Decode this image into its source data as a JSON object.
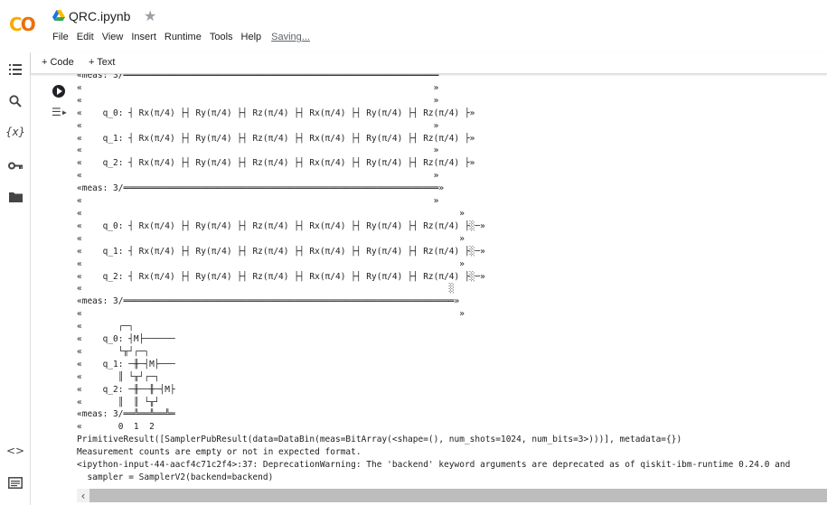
{
  "header": {
    "notebook_title": "QRC.ipynb",
    "menu": [
      "File",
      "Edit",
      "View",
      "Insert",
      "Runtime",
      "Tools",
      "Help"
    ],
    "saving_text": "Saving..."
  },
  "toolbar": {
    "add_code": "+ Code",
    "add_text": "+ Text"
  },
  "sidebar": {
    "icons": [
      "table-of-contents-icon",
      "search-icon",
      "variables-icon",
      "key-icon",
      "folder-icon",
      "code-snippets-icon",
      "terminal-icon"
    ]
  },
  "colors": {
    "logo_yellow": "#f9ab00",
    "logo_orange": "#e8710a",
    "scrollbar": "#bdbdbd"
  },
  "output": {
    "circuit_text": "«meas: 3/═════════════════════════════════════════════════════════════\n«                                                                    »\n«                                                                    »\n«    q_0: ┤ Rx(π/4) ├┤ Ry(π/4) ├┤ Rz(π/4) ├┤ Rx(π/4) ├┤ Ry(π/4) ├┤ Rz(π/4) ├»\n«                                                                    »\n«    q_1: ┤ Rx(π/4) ├┤ Ry(π/4) ├┤ Rz(π/4) ├┤ Rx(π/4) ├┤ Ry(π/4) ├┤ Rz(π/4) ├»\n«                                                                    »\n«    q_2: ┤ Rx(π/4) ├┤ Ry(π/4) ├┤ Rz(π/4) ├┤ Rx(π/4) ├┤ Ry(π/4) ├┤ Rz(π/4) ├»\n«                                                                    »\n«meas: 3/═════════════════════════════════════════════════════════════»\n«                                                                    »\n«                                                                         »\n«    q_0: ┤ Rx(π/4) ├┤ Ry(π/4) ├┤ Rz(π/4) ├┤ Rx(π/4) ├┤ Ry(π/4) ├┤ Rz(π/4) ├░─»\n«                                                                         »\n«    q_1: ┤ Rx(π/4) ├┤ Ry(π/4) ├┤ Rz(π/4) ├┤ Rx(π/4) ├┤ Ry(π/4) ├┤ Rz(π/4) ├░─»\n«                                                                         »\n«    q_2: ┤ Rx(π/4) ├┤ Ry(π/4) ├┤ Rz(π/4) ├┤ Rx(π/4) ├┤ Ry(π/4) ├┤ Rz(π/4) ├░─»\n«                                                                       ░ \n«meas: 3/════════════════════════════════════════════════════════════════»\n«                                                                         »\n«       ┌─┐\n«    q_0: ┤M├──────\n«       └╥┘┌─┐\n«    q_1: ─╫─┤M├───\n«       ║ └╥┘┌─┐\n«    q_2: ─╫──╫─┤M├\n«       ║  ║ └╥┘\n«meas: 3/══╩══╩══╩═\n«       0  1  2 ",
    "lines": [
      "PrimitiveResult([SamplerPubResult(data=DataBin(meas=BitArray(<shape=(), num_shots=1024, num_bits=3>)))], metadata={})",
      "Measurement counts are empty or not in expected format.",
      "<ipython-input-44-aacf4c71c2f4>:37: DeprecationWarning: The 'backend' keyword arguments are deprecated as of qiskit-ibm-runtime 0.24.0 and",
      "  sampler = SamplerV2(backend=backend)"
    ]
  }
}
